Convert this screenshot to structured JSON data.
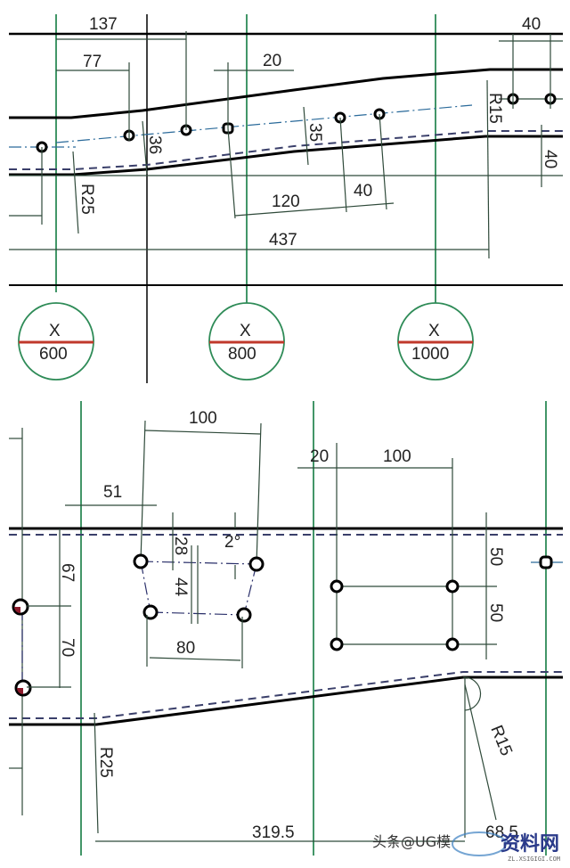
{
  "drawing": {
    "top_view": {
      "dimensions": {
        "d137": "137",
        "d77": "77",
        "d20": "20",
        "d40_top": "40",
        "d36": "36",
        "d35": "35",
        "dR15": "R15",
        "d40_right": "40",
        "dR25": "R25",
        "d120": "120",
        "d40_mid": "40",
        "d437": "437"
      },
      "section_markers": [
        {
          "label": "X",
          "value": "600"
        },
        {
          "label": "X",
          "value": "800"
        },
        {
          "label": "X",
          "value": "1000"
        }
      ]
    },
    "bottom_view": {
      "dimensions": {
        "d100_left": "100",
        "d51": "51",
        "d28": "28",
        "d2deg": "2°",
        "d44": "44",
        "d80": "80",
        "d67": "67",
        "d70": "70",
        "d20": "20",
        "d100_right": "100",
        "d50_top": "50",
        "d50_bottom": "50",
        "dR25": "R25",
        "dR15": "R15",
        "d319_5": "319.5",
        "d68_5": "68.5"
      }
    }
  },
  "watermark": {
    "text": "头条@UG模",
    "brand": "资料网",
    "url": "ZL.XSIGIGI.COM"
  },
  "colors": {
    "green_line": "#2e8b57",
    "section_bar": "#c0392b",
    "dim_line": "#2f4a3a",
    "dash_line": "#3a3f6a"
  }
}
